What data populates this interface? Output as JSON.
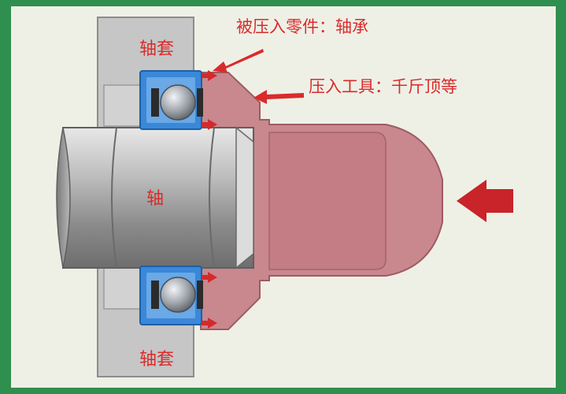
{
  "labels": {
    "sleeve_top": "轴套",
    "sleeve_bottom": "轴套",
    "shaft": "轴",
    "pressed_part": "被压入零件：轴承",
    "press_tool": "压入工具：千斤顶等"
  },
  "colors": {
    "annotation": "#d92b2b",
    "background_border": "#2f8f4e",
    "canvas": "#eef0e6",
    "sleeve": "#c8c8c8",
    "bearing_inner": "#3a88d8",
    "tool": "#c9878e",
    "force_arrow": "#c8242a"
  },
  "icons": [
    "force-arrow-icon",
    "pointer-arrow-icon",
    "bearing-ball-icon"
  ]
}
